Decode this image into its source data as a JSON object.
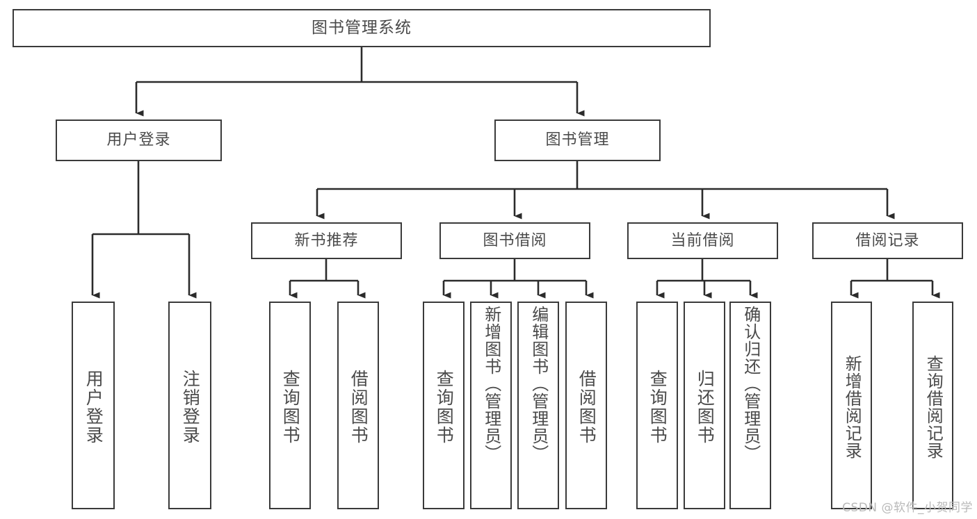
{
  "diagram": {
    "title": "图书管理系统",
    "type": "tree-hierarchy",
    "root": {
      "id": "root",
      "label": "图书管理系统"
    },
    "level2": [
      {
        "id": "user-login",
        "label": "用户登录"
      },
      {
        "id": "book-manage",
        "label": "图书管理"
      }
    ],
    "level3": [
      {
        "id": "new-book-rec",
        "label": "新书推荐",
        "parent": "book-manage"
      },
      {
        "id": "book-borrow",
        "label": "图书借阅",
        "parent": "book-manage"
      },
      {
        "id": "current-borrow",
        "label": "当前借阅",
        "parent": "book-manage"
      },
      {
        "id": "borrow-record",
        "label": "借阅记录",
        "parent": "book-manage"
      }
    ],
    "leaves": [
      {
        "id": "leaf-user-login",
        "label": "用户登录",
        "parent": "user-login"
      },
      {
        "id": "leaf-logout",
        "label": "注销登录",
        "parent": "user-login"
      },
      {
        "id": "leaf-query-book-1",
        "label": "查询图书",
        "parent": "new-book-rec"
      },
      {
        "id": "leaf-borrow-book-1",
        "label": "借阅图书",
        "parent": "new-book-rec"
      },
      {
        "id": "leaf-query-book-2",
        "label": "查询图书",
        "parent": "book-borrow"
      },
      {
        "id": "leaf-add-book",
        "label": "新增图书（管理员）",
        "parent": "book-borrow"
      },
      {
        "id": "leaf-edit-book",
        "label": "编辑图书（管理员）",
        "parent": "book-borrow"
      },
      {
        "id": "leaf-borrow-book-2",
        "label": "借阅图书",
        "parent": "book-borrow"
      },
      {
        "id": "leaf-query-book-3",
        "label": "查询图书",
        "parent": "current-borrow"
      },
      {
        "id": "leaf-return-book",
        "label": "归还图书",
        "parent": "current-borrow"
      },
      {
        "id": "leaf-confirm-return",
        "label": "确认归还（管理员）",
        "parent": "current-borrow"
      },
      {
        "id": "leaf-add-record",
        "label": "新增借阅记录",
        "parent": "borrow-record"
      },
      {
        "id": "leaf-query-record",
        "label": "查询借阅记录",
        "parent": "borrow-record"
      }
    ]
  },
  "watermark": {
    "text": "CSDN @软件_小贺同学"
  },
  "colors": {
    "box_border": "#3a3a3a",
    "box_fill": "#ffffff",
    "text": "#4a4a4a",
    "connector": "#2b2b2b",
    "watermark": "#b9b9b9",
    "background": "#ffffff"
  }
}
